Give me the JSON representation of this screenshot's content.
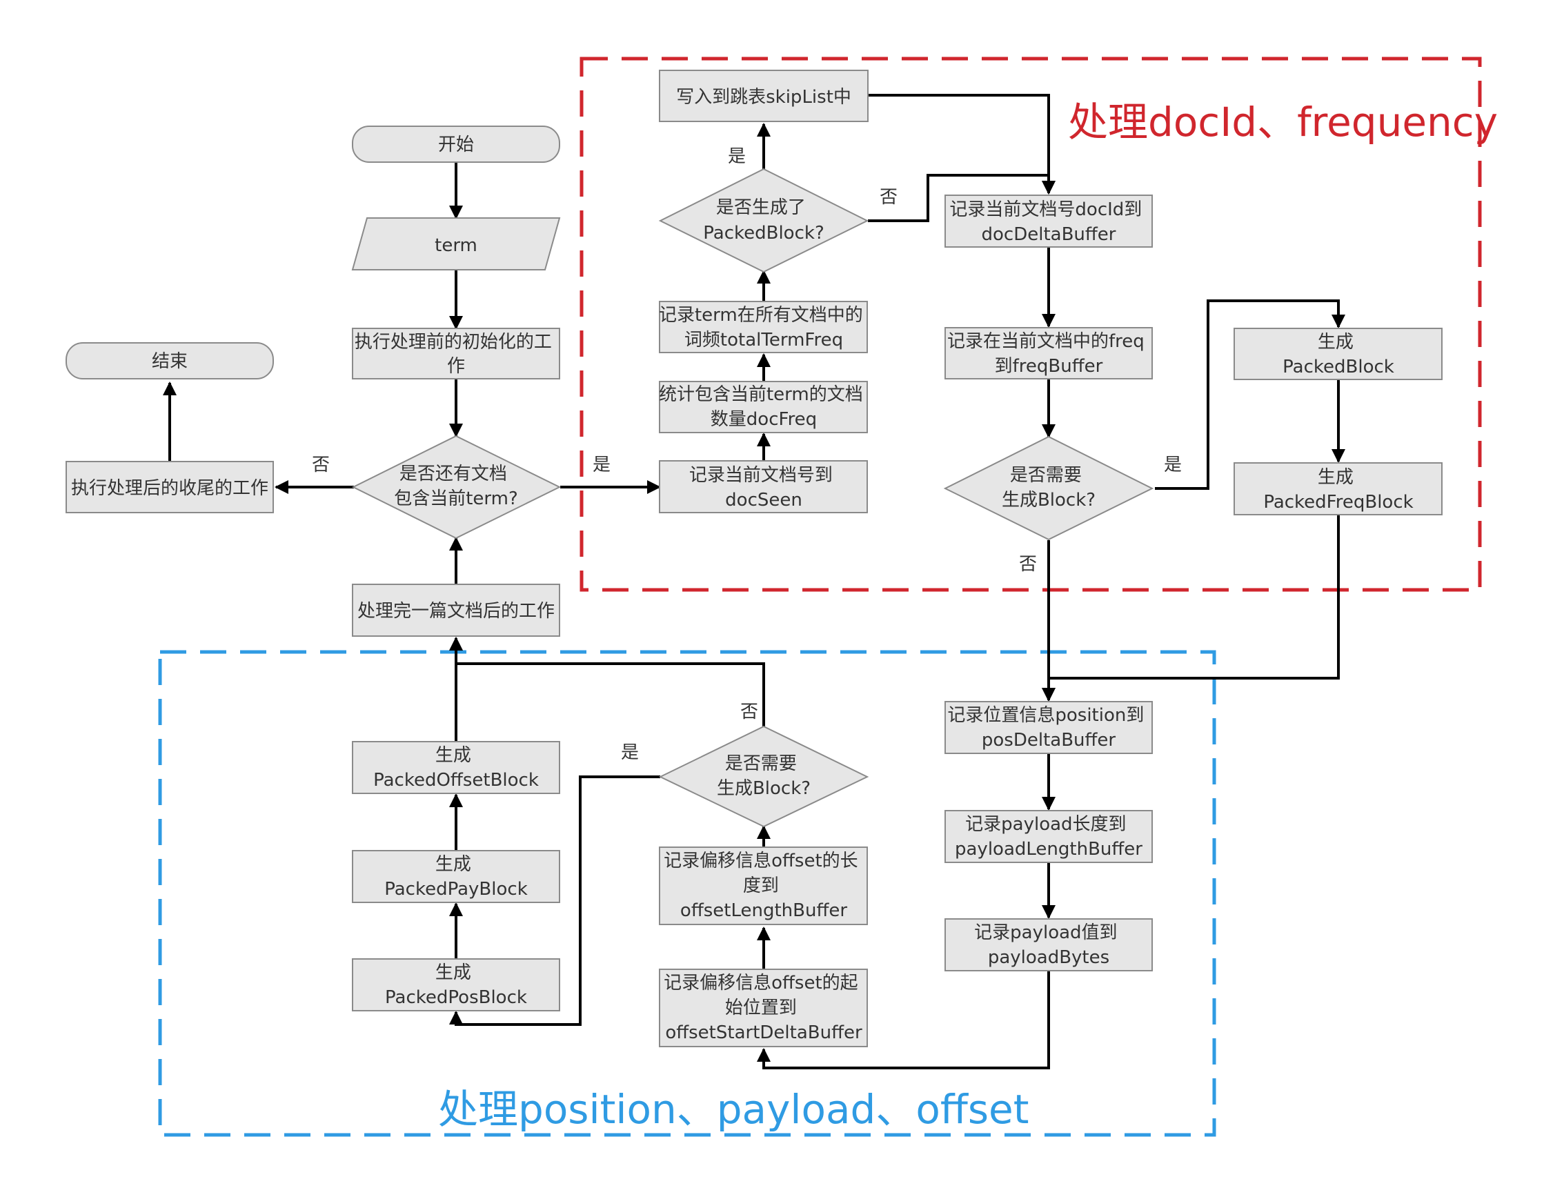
{
  "colors": {
    "node_fill": "#e6e6e6",
    "node_stroke": "#8a8a8a",
    "edge": "#000000",
    "region_doc": "#d0262d",
    "region_pos": "#2f9be3"
  },
  "regions": {
    "doc_freq": {
      "title": "处理docId、frequency"
    },
    "pos_payload_offset": {
      "title": "处理position、payload、offset"
    }
  },
  "nodes": {
    "start": "开始",
    "term": "term",
    "init": [
      "执行处理前的初始化的工",
      "作"
    ],
    "end": "结束",
    "cleanup": "执行处理后的收尾的工作",
    "has_more_docs": [
      "是否还有文档",
      "包含当前term?"
    ],
    "after_doc": "处理完一篇文档后的工作",
    "doc_seen": [
      "记录当前文档号到",
      "docSeen"
    ],
    "doc_freq": [
      "统计包含当前term的文档",
      "数量docFreq"
    ],
    "total_term_freq": [
      "记录term在所有文档中的",
      "词频totalTermFreq"
    ],
    "packed_block_generated": [
      "是否生成了",
      "PackedBlock?"
    ],
    "skip_list": "写入到跳表skipList中",
    "doc_delta": [
      "记录当前文档号docId到",
      "docDeltaBuffer"
    ],
    "freq_buffer": [
      "记录在当前文档中的freq",
      "到freqBuffer"
    ],
    "need_block_doc": [
      "是否需要",
      "生成Block?"
    ],
    "gen_packed_block": [
      "生成",
      "PackedBlock"
    ],
    "gen_packed_freq_block": [
      "生成",
      "PackedFreqBlock"
    ],
    "pos_delta": [
      "记录位置信息position到",
      "posDeltaBuffer"
    ],
    "payload_length": [
      "记录payload长度到",
      "payloadLengthBuffer"
    ],
    "payload_bytes": [
      "记录payload值到",
      "payloadBytes"
    ],
    "offset_start": [
      "记录偏移信息offset的起",
      "始位置到",
      "offsetStartDeltaBuffer"
    ],
    "offset_length": [
      "记录偏移信息offset的长",
      "度到",
      "offsetLengthBuffer"
    ],
    "need_block_pos": [
      "是否需要",
      "生成Block?"
    ],
    "gen_packed_pos_block": [
      "生成",
      "PackedPosBlock"
    ],
    "gen_packed_pay_block": [
      "生成",
      "PackedPayBlock"
    ],
    "gen_packed_offset_block": [
      "生成",
      "PackedOffsetBlock"
    ]
  },
  "edge_labels": {
    "has_more_no": "否",
    "has_more_yes": "是",
    "packed_yes": "是",
    "packed_no": "否",
    "need_block_doc_yes": "是",
    "need_block_doc_no": "否",
    "need_block_pos_yes": "是",
    "need_block_pos_no": "否"
  }
}
